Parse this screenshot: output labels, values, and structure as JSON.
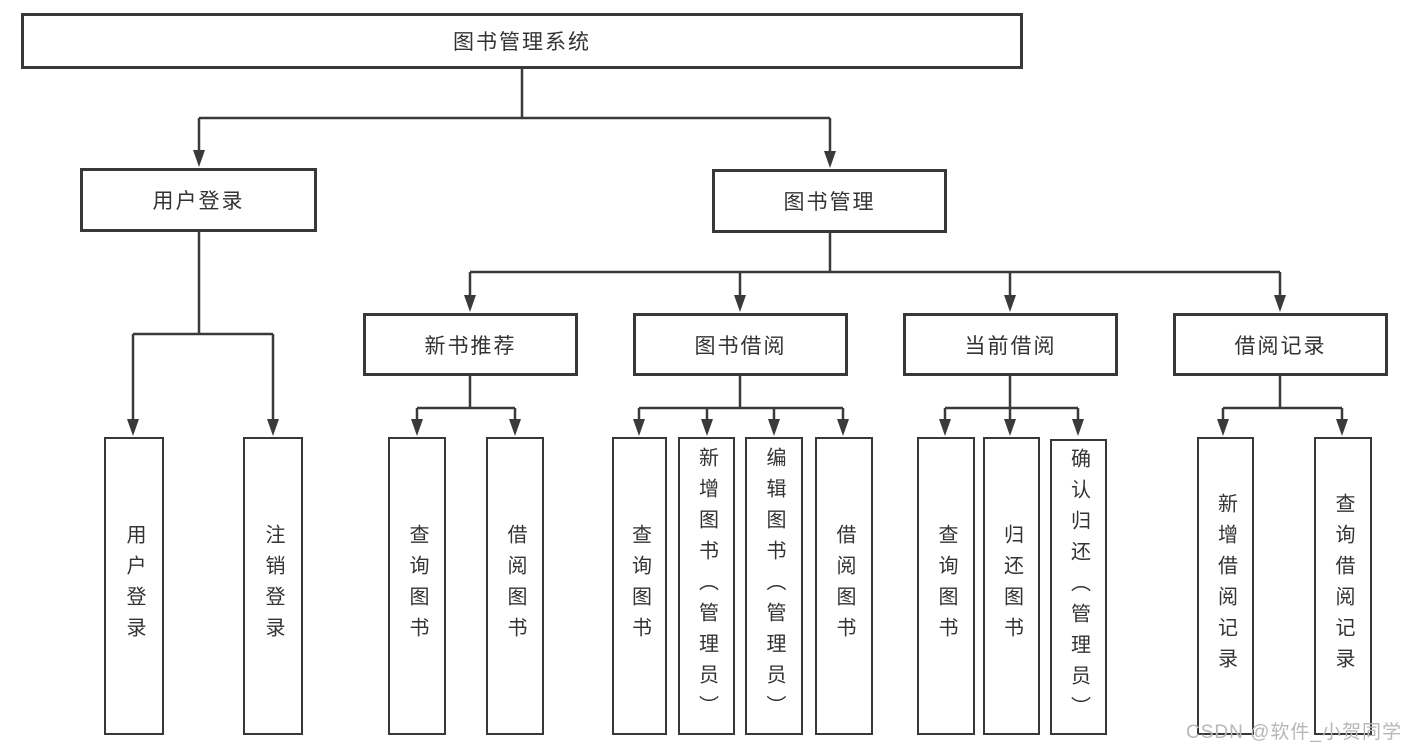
{
  "diagram_title": "图书管理系统",
  "colors": {
    "box_border": "#383838",
    "line": "#3a3a3a",
    "text": "#333333",
    "watermark_text": "#b7b7b7",
    "background": "#ffffff"
  },
  "nodes": {
    "root": "图书管理系统",
    "user_login": "用户登录",
    "book_mgmt": "图书管理",
    "new_rec": "新书推荐",
    "borrow": "图书借阅",
    "current": "当前借阅",
    "records": "借阅记录",
    "l_user_login": "用户登录",
    "l_logout": "注销登录",
    "l_rec_query": "查询图书",
    "l_rec_borrow": "借阅图书",
    "l_bor_query": "查询图书",
    "l_bor_add": "新增图书（管理员）",
    "l_bor_edit": "编辑图书（管理员）",
    "l_bor_lend": "借阅图书",
    "l_cur_query": "查询图书",
    "l_cur_return": "归还图书",
    "l_cur_confirm": "确认归还（管理员）",
    "l_recd_add": "新增借阅记录",
    "l_recd_query": "查询借阅记录"
  },
  "tree": {
    "label": "图书管理系统",
    "children": [
      {
        "label": "用户登录",
        "children": [
          {
            "label": "用户登录"
          },
          {
            "label": "注销登录"
          }
        ]
      },
      {
        "label": "图书管理",
        "children": [
          {
            "label": "新书推荐",
            "children": [
              {
                "label": "查询图书"
              },
              {
                "label": "借阅图书"
              }
            ]
          },
          {
            "label": "图书借阅",
            "children": [
              {
                "label": "查询图书"
              },
              {
                "label": "新增图书（管理员）"
              },
              {
                "label": "编辑图书（管理员）"
              },
              {
                "label": "借阅图书"
              }
            ]
          },
          {
            "label": "当前借阅",
            "children": [
              {
                "label": "查询图书"
              },
              {
                "label": "归还图书"
              },
              {
                "label": "确认归还（管理员）"
              }
            ]
          },
          {
            "label": "借阅记录",
            "children": [
              {
                "label": "新增借阅记录"
              },
              {
                "label": "查询借阅记录"
              }
            ]
          }
        ]
      }
    ]
  },
  "watermark": {
    "text": "CSDN @软件_小贺同学"
  }
}
